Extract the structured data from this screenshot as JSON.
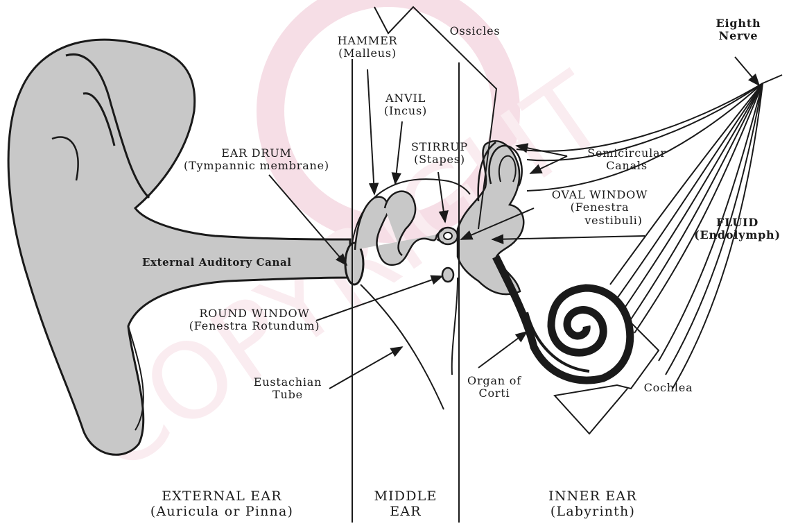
{
  "labels": {
    "hammer": {
      "line1": "HAMMER",
      "line2": "(Malleus)"
    },
    "ossicles": "Ossicles",
    "eighth_nerve": {
      "line1": "Eighth",
      "line2": "Nerve"
    },
    "anvil": {
      "line1": "ANVIL",
      "line2": "(Incus)"
    },
    "stirrup": {
      "line1": "STIRRUP",
      "line2": "(Stapes)"
    },
    "semicircular": {
      "line1": "Semicircular",
      "line2": "Canals"
    },
    "ear_drum": {
      "line1": "EAR DRUM",
      "line2": "(Tympannic membrane)"
    },
    "oval_window": {
      "line1": "OVAL WINDOW",
      "line2": "(Fenestra",
      "line3": "vestibuli)"
    },
    "fluid": {
      "line1": "FLUID",
      "line2": "(Endolymph)"
    },
    "external_canal": "External Auditory Canal",
    "round_window": {
      "line1": "ROUND WINDOW",
      "line2": "(Fenestra Rotundum)"
    },
    "eustachian": {
      "line1": "Eustachian",
      "line2": "Tube"
    },
    "organ_corti": {
      "line1": "Organ of",
      "line2": "Corti"
    },
    "cochlea": "Cochlea",
    "external_ear": {
      "line1": "EXTERNAL EAR",
      "line2": "(Auricula or Pinna)"
    },
    "middle_ear": {
      "line1": "MIDDLE",
      "line2": "EAR"
    },
    "inner_ear": {
      "line1": "INNER EAR",
      "line2": "(Labyrinth)"
    }
  },
  "colors": {
    "fill": "#c8c8c8",
    "stroke": "#1a1a1a",
    "watermark": "#e7a3b8"
  }
}
